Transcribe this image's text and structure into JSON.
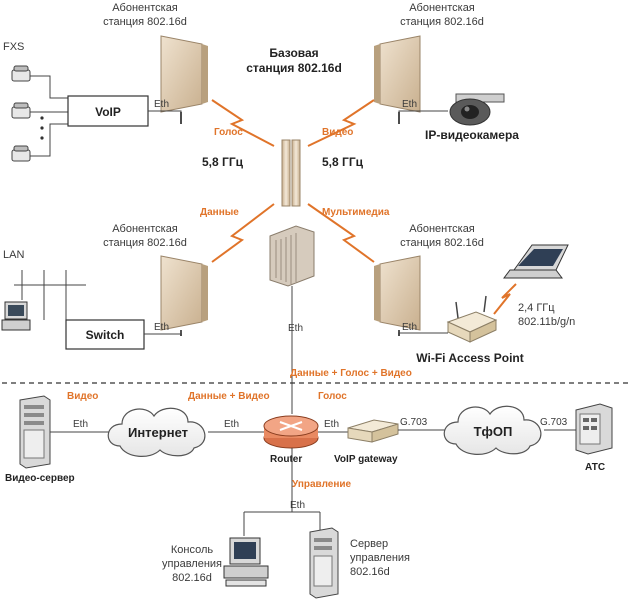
{
  "colors": {
    "accent": "#e0742a",
    "line": "#444444",
    "antenna": "#d8c4a8"
  },
  "subscriber_station": {
    "line1": "Абонентская",
    "line2": "станция 802.16d"
  },
  "base_station": {
    "line1": "Базовая",
    "line2": "станция 802.16d"
  },
  "freq_left": "5,8 ГГц",
  "freq_right": "5,8 ГГц",
  "links": {
    "voice": "Голос",
    "video": "Видео",
    "data": "Данные",
    "multimedia": "Мультимедиа"
  },
  "eth": "Eth",
  "fxs": "FXS",
  "lan": "LAN",
  "voip_box": "VoIP",
  "switch_box": "Switch",
  "ip_camera": "IP-видеокамера",
  "wifi": {
    "label": "Wi-Fi Access Point",
    "freq": "2,4 ГГц",
    "standard": "802.11b/g/n"
  },
  "trunk_label": "Данные + Голос + Видео",
  "bottom": {
    "video_tag": "Видео",
    "data_video_tag": "Данные + Видео",
    "voice_tag": "Голос",
    "internet": "Интернет",
    "router": "Router",
    "voip_gateway": "VoIP gateway",
    "g703": "G.703",
    "pstn": "ТфОП",
    "ats": "АТС",
    "video_server": "Видео-сервер",
    "management": "Управление"
  },
  "console": {
    "line1": "Консоль",
    "line2": "управления",
    "line3": "802.16d"
  },
  "server": {
    "line1": "Сервер",
    "line2": "управления",
    "line3": "802.16d"
  }
}
